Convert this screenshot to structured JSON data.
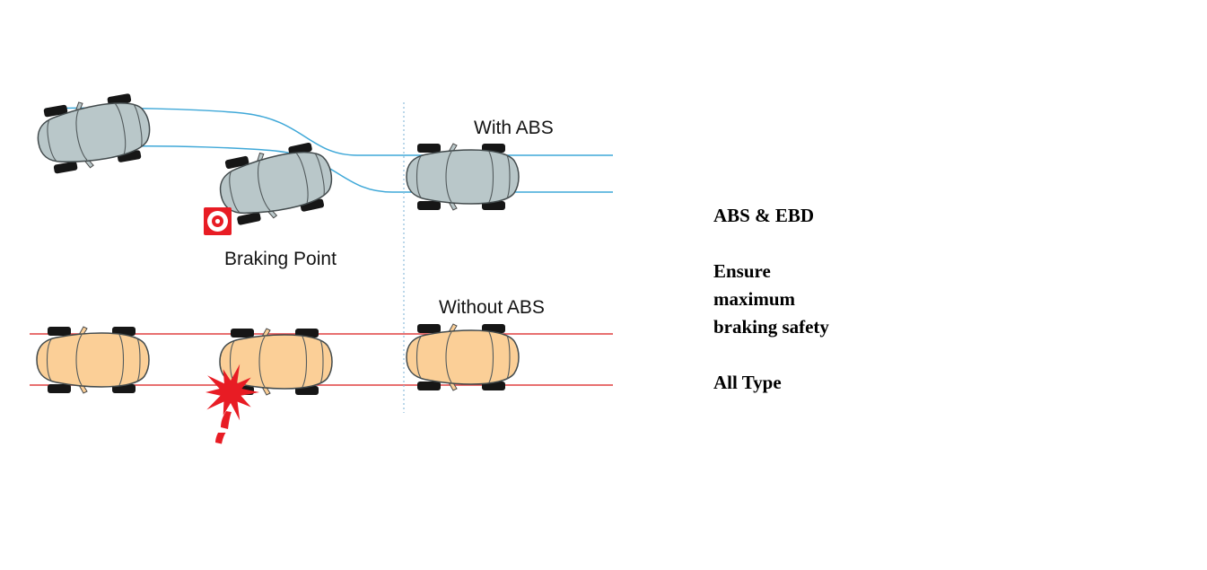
{
  "diagram": {
    "labels": {
      "with_abs": "With ABS",
      "without_abs": "Without ABS",
      "braking_point": "Braking Point"
    },
    "icons": {
      "braking_point": "brake-disc-icon",
      "crash": "impact-star-icon"
    },
    "colors": {
      "abs_car": "#b9c7c9",
      "no_abs_car": "#fbcf97",
      "abs_line": "#3fa8d8",
      "no_abs_line": "#e04040",
      "crash_red": "#e81c24",
      "divider_dotted": "#90bfdc"
    }
  },
  "sidebar": {
    "title": "ABS & EBD",
    "lines": [
      "Ensure",
      "maximum",
      "braking safety"
    ],
    "footer": "All Type"
  }
}
